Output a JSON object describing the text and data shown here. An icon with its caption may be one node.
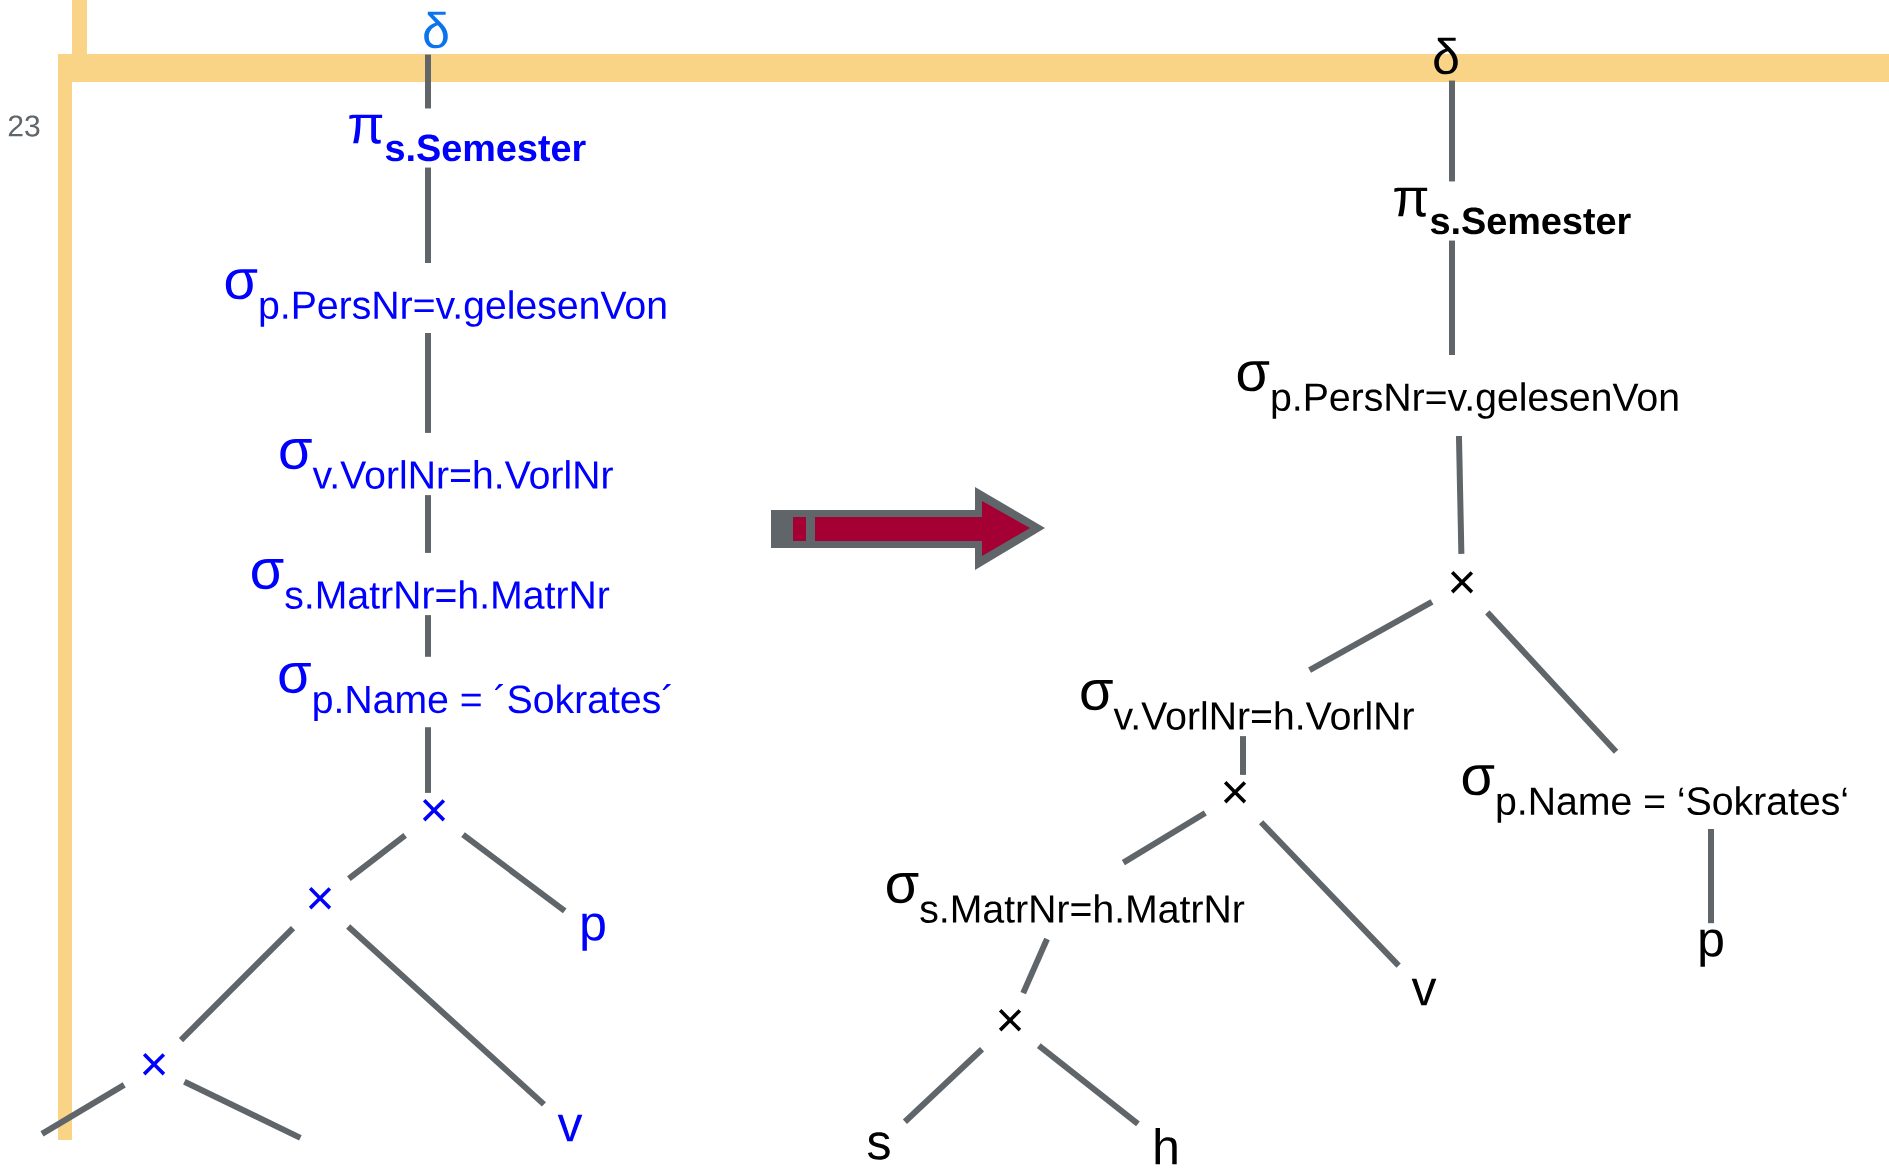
{
  "diagram": {
    "nodes": [
      {
        "text": [
          "δ"
        ]
      },
      {
        "text": [
          "\\text{π}_{\\textbf{s.Semester}}"
        ]
      },
      {
        "text": [
          "\\text{σ}_{\\text{p.PersNr=v.gelesenVon}}"
        ]
      },
      {
        "text": [
          "\\text{σ}_{\\text{v.VorlNr=h.VorlNr}}"
        ]
      },
      {
        "text": [
          "\\text{σ}_{\\text{s.MatrNr=h.MatrNr}}"
        ]
      },
      {
        "text": [
          "\\text{σ}_{\\text{p.Name = ´Sokrates´}}"
        ]
      },
      {
        "text": [
          "×"
        ]
      },
      {
        "text": [
          "×"
        ]
      },
      {
        "text": [
          "p"
        ]
      },
      {
        "text": [
          "×"
        ]
      },
      {
        "text": [
          "v"
        ]
      },
      {
        "text": [
          "δ"
        ]
      },
      {
        "text": [
          "\\text{π}_{\\textbf{s.Semester}}"
        ]
      },
      {
        "text": [
          "\\text{σ}_{\\text{p.PersNr=v.gelesenVon}}"
        ]
      },
      {
        "text": [
          "×"
        ]
      },
      {
        "text": [
          "\\text{σ}_{\\text{v.VorlNr=h.VorlNr}}"
        ]
      },
      {
        "text": [
          "\\text{σ}_{\\text{p.Name = `Sokrates`}}"
        ]
      },
      {
        "text": [
          "×"
        ]
      },
      {
        "text": [
          "v"
        ]
      },
      {
        "text": [
          "p"
        ]
      },
      {
        "text": [
          "\\text{σ}_{\\text{s.MatrNr=h.MatrNr}}"
        ]
      },
      {
        "text": [
          "×"
        ]
      },
      {
        "text": [
          "s"
        ]
      },
      {
        "text": [
          "h"
        ]
      }
    ],
    "edges": [
      {
        "from": 0,
        "to": 1,
        "arrow": "none"
      },
      {
        "from": 1,
        "to": 2,
        "arrow": "none"
      },
      {
        "from": 2,
        "to": 3,
        "arrow": "none"
      },
      {
        "from": 3,
        "to": 4,
        "arrow": "none"
      },
      {
        "from": 4,
        "to": 5,
        "arrow": "none"
      },
      {
        "from": 5,
        "to": 6,
        "arrow": "none"
      },
      {
        "from": 6,
        "to": 7,
        "arrow": "none"
      },
      {
        "from": 6,
        "to": 8,
        "arrow": "none"
      },
      {
        "from": 7,
        "to": 9,
        "arrow": "none"
      },
      {
        "from": 7,
        "to": 10,
        "arrow": "none"
      },
      {
        "from": 9,
        "to": null,
        "arrow": "none"
      },
      {
        "from": 9,
        "to": null,
        "arrow": "none"
      },
      {
        "from": 11,
        "to": 12,
        "arrow": "none"
      },
      {
        "from": 12,
        "to": 13,
        "arrow": "none"
      },
      {
        "from": 13,
        "to": 14,
        "arrow": "none"
      },
      {
        "from": 14,
        "to": 15,
        "arrow": "none"
      },
      {
        "from": 14,
        "to": 16,
        "arrow": "none"
      },
      {
        "from": 15,
        "to": 17,
        "arrow": "none"
      },
      {
        "from": 16,
        "to": 19,
        "arrow": "none"
      },
      {
        "from": 17,
        "to": 20,
        "arrow": "none"
      },
      {
        "from": 17,
        "to": 18,
        "arrow": "none"
      },
      {
        "from": 20,
        "to": 21,
        "arrow": "none"
      },
      {
        "from": 21,
        "to": 22,
        "arrow": "none"
      },
      {
        "from": 21,
        "to": 23,
        "arrow": "none"
      }
    ],
    "labels": [
      "23"
    ]
  }
}
